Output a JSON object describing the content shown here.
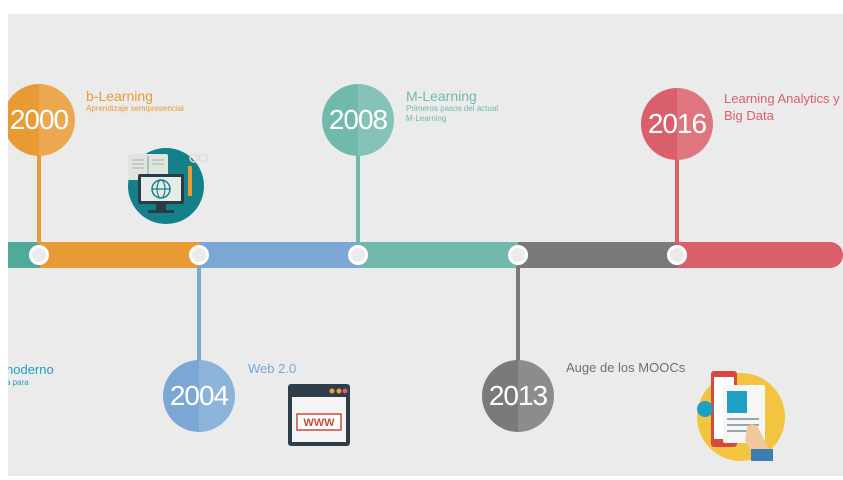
{
  "colors": {
    "teal": "#50a99a",
    "orange": "#e89a35",
    "blue": "#7aa7d3",
    "mint": "#72b9ad",
    "gray": "#7a7a7a",
    "red": "#d9606b",
    "sky": "#1f9fc4"
  },
  "milestones": [
    {
      "year": "2000",
      "title": "b-Learning",
      "subtitle": "Aprendizaje semipresencial"
    },
    {
      "year": "2004",
      "title": "Web 2.0"
    },
    {
      "year": "2008",
      "title": "M-Learning",
      "subtitle_lines": [
        "Primeros pasos del actual",
        "M-Learning"
      ]
    },
    {
      "year": "2013",
      "title": "Auge de los MOOCs"
    },
    {
      "year": "2016",
      "title_lines": [
        "Learning Analytics y",
        "Big Data"
      ]
    }
  ],
  "partial_left": {
    "title": "noderno",
    "subtitle": "a para"
  },
  "icons": {
    "elearning": "computer-globe-books-icon",
    "web": "browser-www-icon",
    "mooc": "tablet-touch-icon"
  },
  "www_text": "WWW"
}
